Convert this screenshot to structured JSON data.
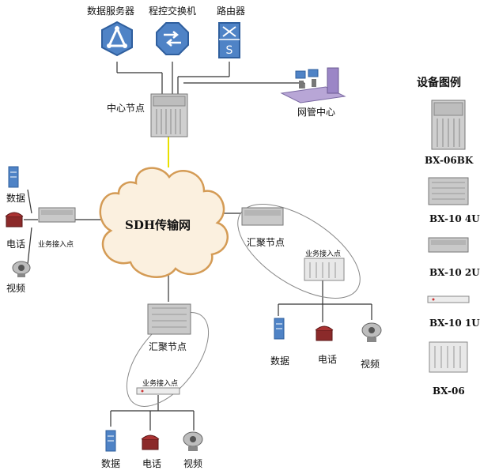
{
  "top_devices": {
    "data_server": "数据服务器",
    "switch": "程控交换机",
    "router": "路由器"
  },
  "center_node": "中心节点",
  "nms_center": "网管中心",
  "network": "SDH传输网",
  "left_access": {
    "label": "业务接入点",
    "data": "数据",
    "phone": "电话",
    "video": "视频"
  },
  "right_branch": {
    "aggregation": "汇聚节点",
    "access": "业务接入点",
    "data": "数据",
    "phone": "电话",
    "video": "视频"
  },
  "bottom_branch": {
    "aggregation": "汇聚节点",
    "access": "业务接入点",
    "data": "数据",
    "phone": "电话",
    "video": "视频"
  },
  "legend": {
    "title": "设备图例",
    "items": [
      "BX-06BK",
      "BX-10 4U",
      "BX-10 2U",
      "BX-10 1U",
      "BX-06"
    ]
  },
  "colors": {
    "link": "#333333",
    "center_link": "#e8e000",
    "cloud_fill": "#fbf0df",
    "cloud_stroke": "#d49b55",
    "icon_blue": "#4f83c6",
    "device_gray": "#c9c9c9"
  }
}
